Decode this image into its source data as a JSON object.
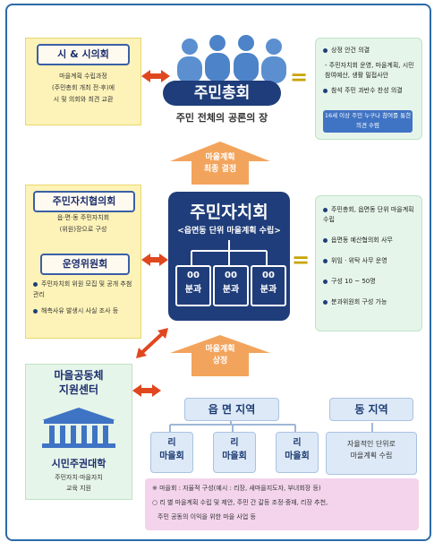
{
  "council": {
    "title": "주민총회",
    "subtitle": "주민 전체의 공론의 장"
  },
  "city_council": {
    "title": "시 & 시의회",
    "desc": [
      "마을계획 수립과정",
      "(주민총회 개최 전·후)에",
      "시 및 의회와 최견 교환"
    ]
  },
  "general_meeting_notes": {
    "items": [
      "상정 안건 의결",
      "주민자치회 운영, 마을계획, 시민참여예산, 생활 밀접사안",
      "참석 주민 과반수 찬성 의결"
    ],
    "note": "16세 이상 주민 누구나 참여를 통한 의견 수렴"
  },
  "final_decision_arrow": "마을계획\n최종 결정",
  "consult_council": {
    "title": "주민자치협의회",
    "desc": [
      "읍·면·동 주민자치회",
      "(위원)장으로 구성"
    ]
  },
  "operating_committee": {
    "title": "운영위원회",
    "items": [
      "주민자치회 위원 모집 및 공개 추첨 관리",
      "해촉사유 발생시 사실 조사 등"
    ]
  },
  "jachi": {
    "title": "주민자치회",
    "subtitle": "<읍면동 단위 마을계획 수립>",
    "sub": [
      {
        "top": "00",
        "bottom": "분과"
      },
      {
        "top": "00",
        "bottom": "분과"
      },
      {
        "top": "00",
        "bottom": "분과"
      }
    ]
  },
  "jachi_notes": {
    "items": [
      "주민총회, 읍면동 단위 마을계획 수립",
      "읍면동 예산협의회 사무",
      "위임 · 위탁 사무 운영",
      "구성 10 ~ 50명",
      "분과위원회 구성 가능"
    ]
  },
  "support_center": {
    "title": "마을공동체\n지원센터",
    "college": "시민주권대학",
    "college_desc": "주민자치·마을자치\n교육 지원"
  },
  "proposal_arrow": "마을계획\n상정",
  "eup": {
    "title": "읍 면 지역",
    "villages": [
      "리\n마을회",
      "리\n마을회",
      "리\n마을회"
    ]
  },
  "dong": {
    "title": "동 지역",
    "desc": "자율적인 단위로\n마을계획 수립"
  },
  "village_meeting": {
    "line1": "※ 마을회 : 자율적 구성(예시 : 리장, 새마을지도자, 부녀회장 등)",
    "line2": "○ 리 별 마을계획 수립 및 제안, 주민 간 갈등 조정·중재, 리장 추천,",
    "line3": "주민 공동의 이익을 위한 마을 사업 등"
  },
  "colors": {
    "navy": "#1f3d7a",
    "blue_box": "#3f73c4",
    "arrow": "#f3a45c",
    "yellow": "#fdf3b8",
    "green": "#e6f5ea",
    "pink": "#f3d4ec"
  }
}
